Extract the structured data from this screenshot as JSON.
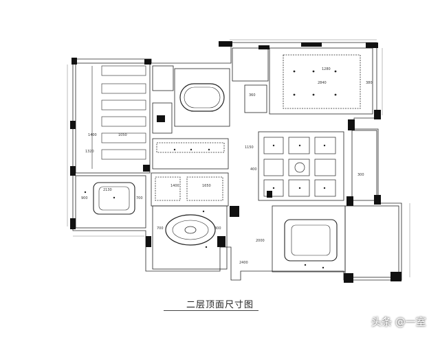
{
  "title": "二层顶面尺寸图",
  "watermark": "头条 @一室",
  "colors": {
    "line": "#111111",
    "fill_dark": "#111111",
    "caption": "#222222"
  },
  "dimension_labels": {
    "top_center_1": "1280",
    "top_center_2": "2840",
    "top_right": "380",
    "mid_left_1": "1400",
    "mid_left_2": "1050",
    "mid_left_3": "1320",
    "mid_center_1": "1150",
    "mid_center_2": "1400",
    "mid_center_3": "1650",
    "right_box": "300",
    "lower_left_1": "2130",
    "lower_left_2": "900",
    "lower_left_3": "700",
    "oval_w": "700",
    "oval_h": "300",
    "lower_right_1": "2000",
    "lower_right_2": "2400",
    "small_1": "360",
    "small_2": "400"
  }
}
